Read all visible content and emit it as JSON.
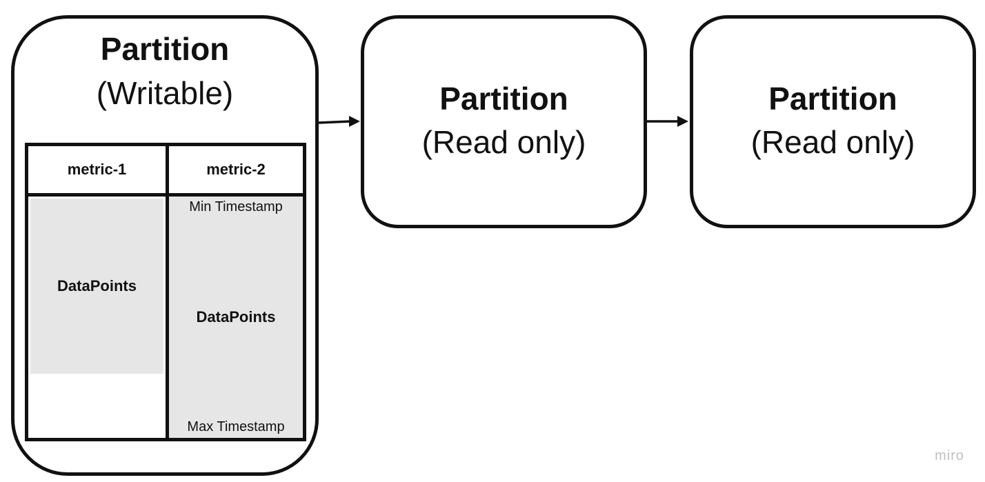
{
  "partitions": [
    {
      "title": "Partition",
      "subtitle": "(Writable)"
    },
    {
      "title": "Partition",
      "subtitle": "(Read only)"
    },
    {
      "title": "Partition",
      "subtitle": "(Read only)"
    }
  ],
  "metrics_table": {
    "columns": [
      "metric-1",
      "metric-2"
    ],
    "metric_1": {
      "content": "DataPoints"
    },
    "metric_2": {
      "min_label": "Min Timestamp",
      "content": "DataPoints",
      "max_label": "Max Timestamp"
    }
  },
  "watermark": "miro",
  "colors": {
    "stroke": "#111111",
    "datapoints_fill": "#e6e6e6",
    "watermark": "#bfbfbf"
  }
}
